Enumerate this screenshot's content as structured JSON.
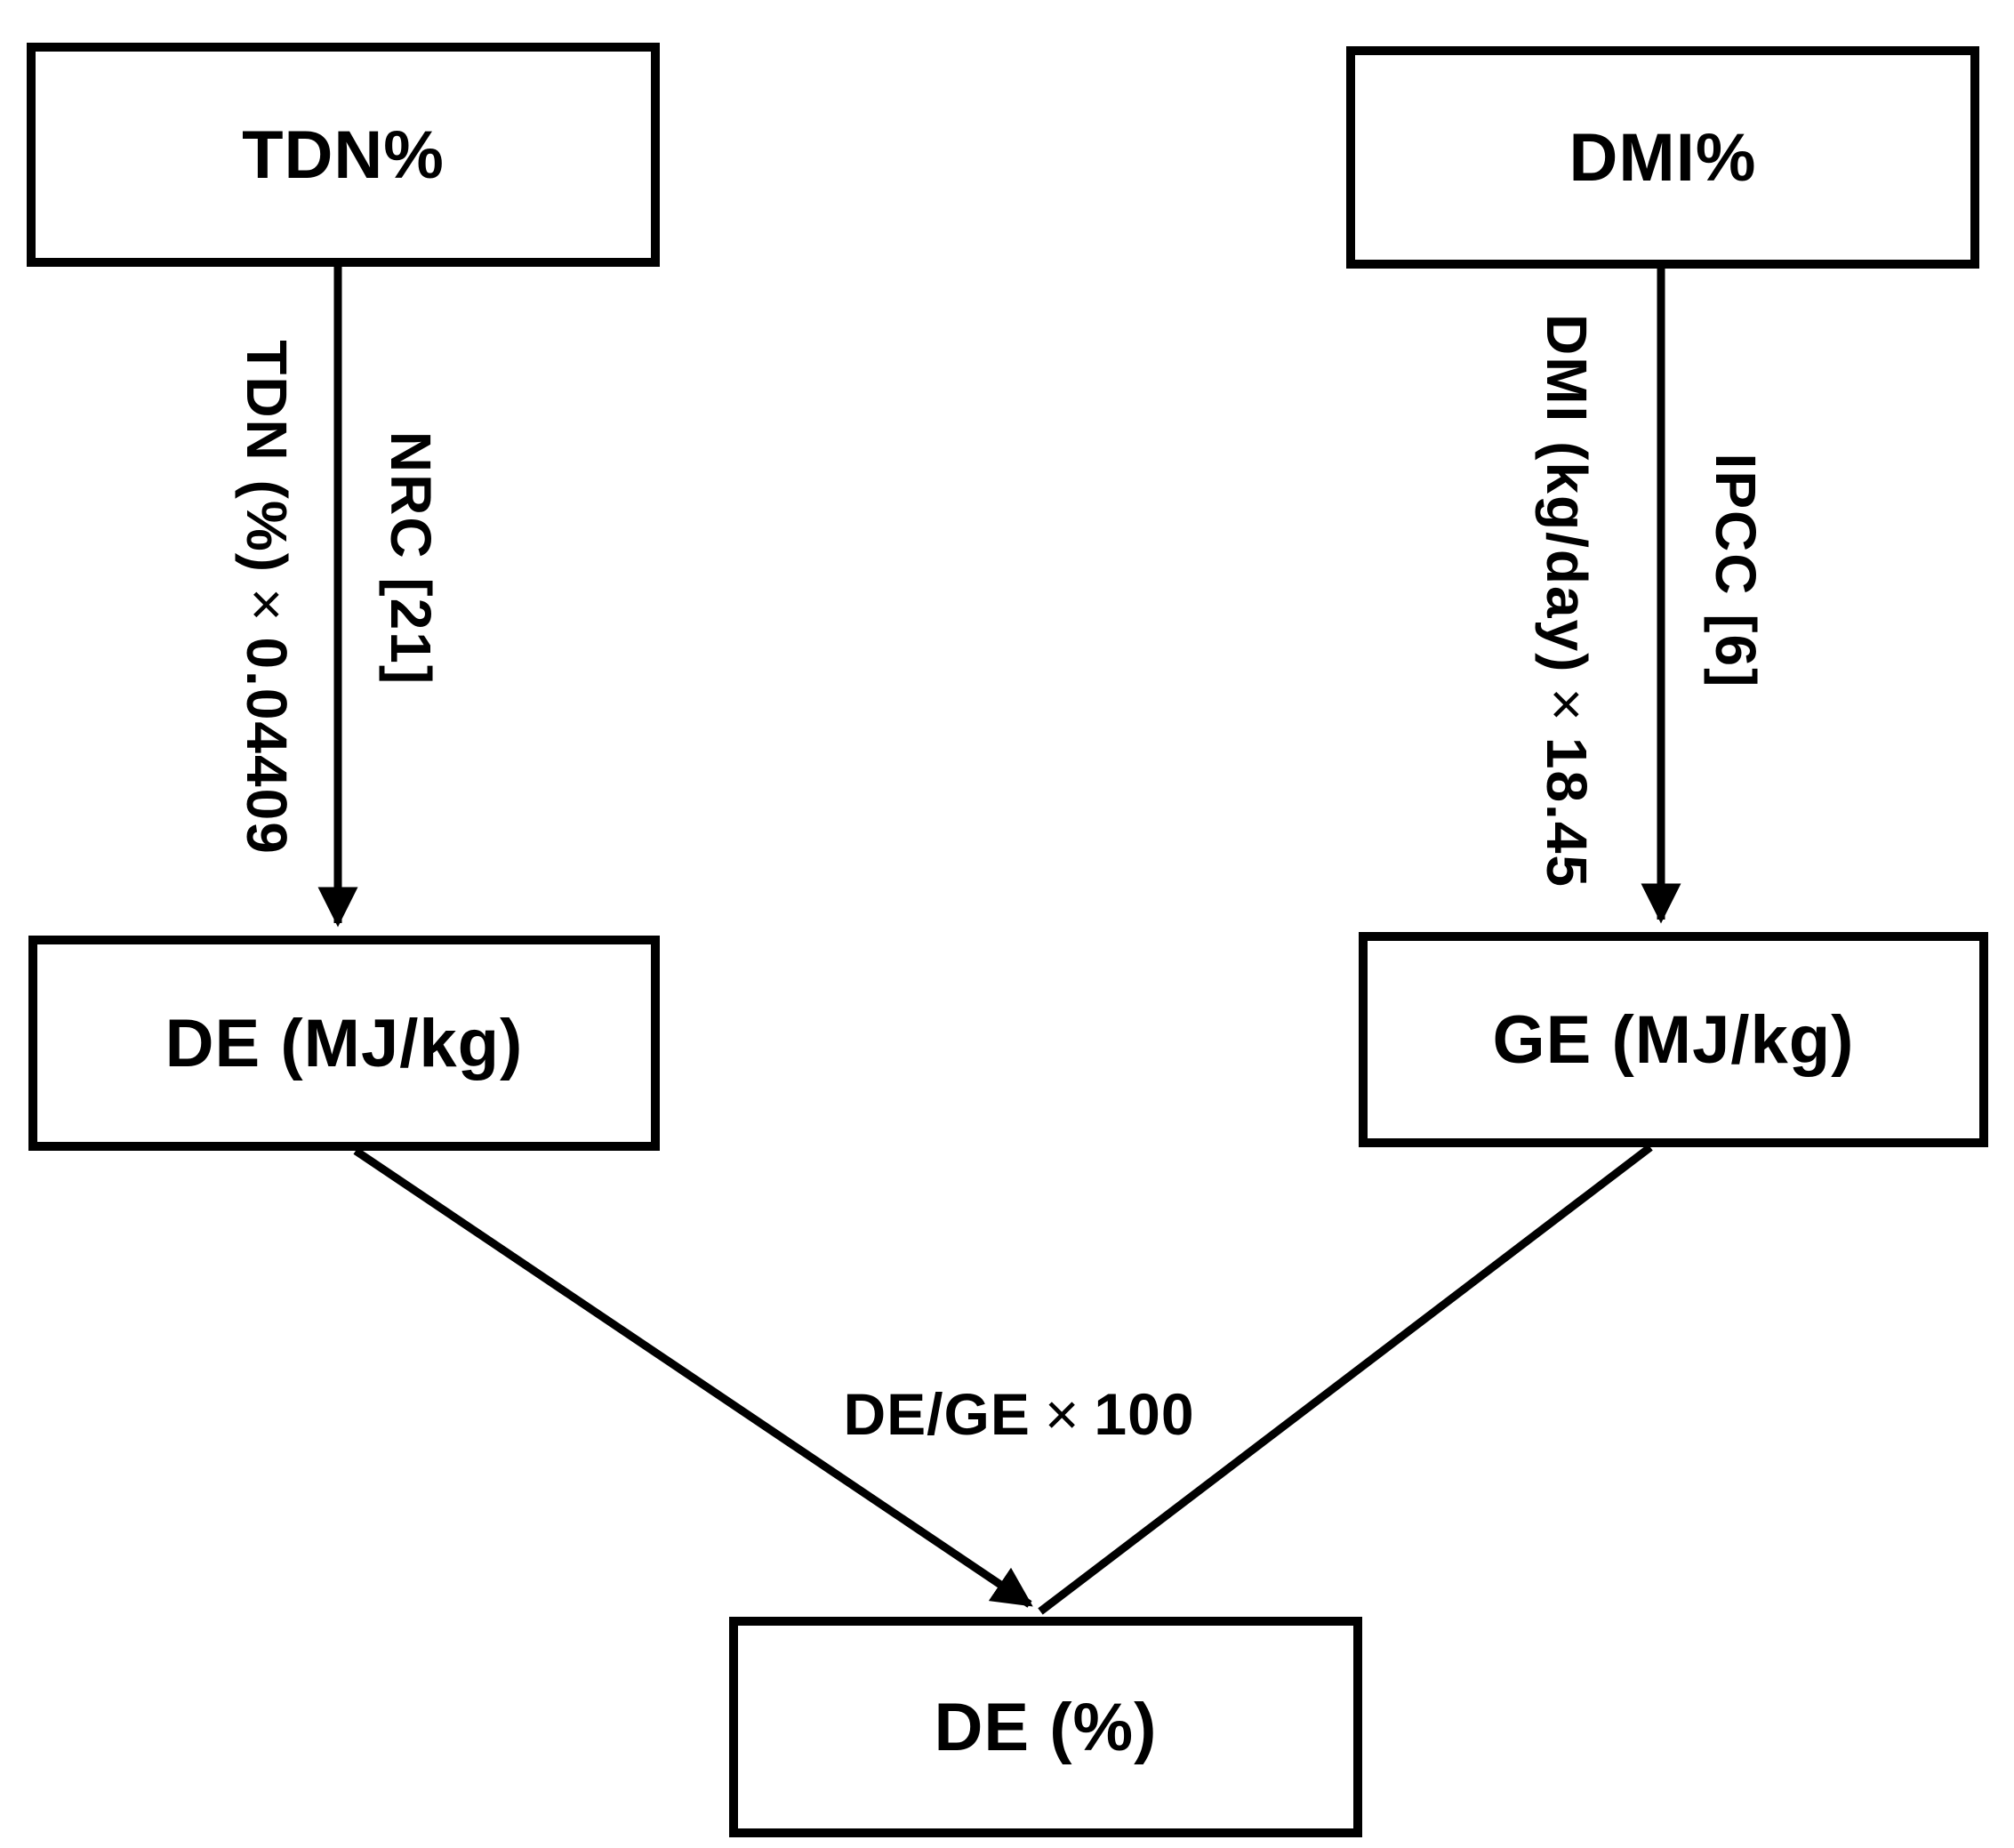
{
  "diagram": {
    "background_color": "#ffffff",
    "line_color": "#000000",
    "text_color": "#000000",
    "nodes": {
      "tdn": {
        "label": "TDN%"
      },
      "dmi": {
        "label": "DMI%"
      },
      "de_mj": {
        "label": "DE (MJ/kg)"
      },
      "ge_mj": {
        "label": "GE (MJ/kg)"
      },
      "de_pct": {
        "label": "DE (%)"
      }
    },
    "edges": {
      "tdn_to_de": {
        "formula_pre": "TDN (%)",
        "formula_op": "×",
        "formula_post": "0.04409",
        "source_ref": "NRC [21]"
      },
      "dmi_to_ge": {
        "formula_pre": "DMI (kg/day)",
        "formula_op": "×",
        "formula_post": "18.45",
        "source_ref": "IPCC [6]"
      },
      "de_ge_to_de_pct": {
        "formula_pre": "DE/GE",
        "formula_op": "×",
        "formula_post": "100"
      }
    }
  }
}
